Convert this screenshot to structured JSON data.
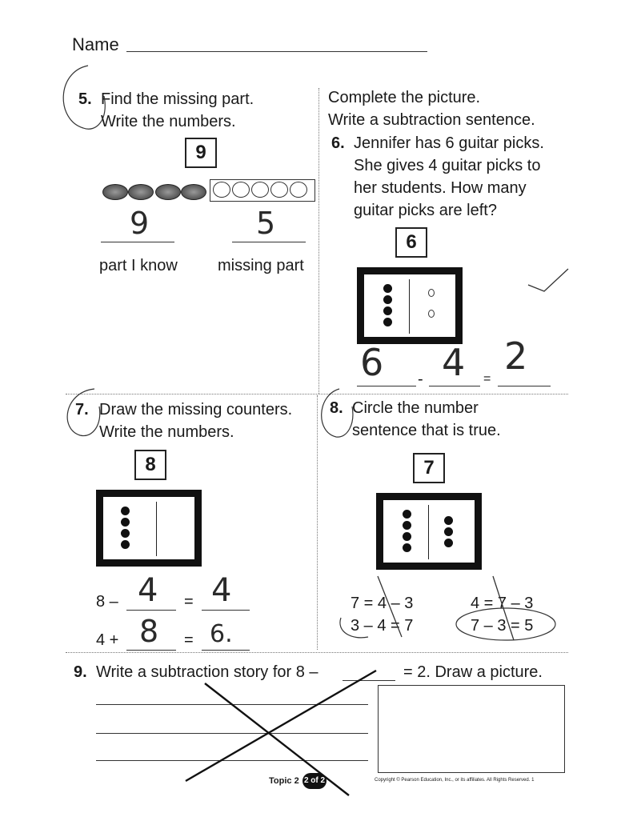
{
  "header": {
    "name_label": "Name"
  },
  "q5": {
    "number": "5.",
    "line1": "Find the missing part.",
    "line2": "Write the numbers.",
    "whole": "9",
    "part_known_answer": "9",
    "missing_part_answer": "5",
    "label_part": "part I know",
    "label_missing": "missing part"
  },
  "q6": {
    "intro1": "Complete the picture.",
    "intro2": "Write a subtraction sentence.",
    "number": "6.",
    "line1": "Jennifer has 6 guitar picks.",
    "line2": "She gives 4 guitar picks to",
    "line3": "her students. How many",
    "line4": "guitar picks are left?",
    "whole": "6",
    "minus": "-",
    "equals": "=",
    "ans_a": "6",
    "ans_b": "4",
    "ans_c": "2"
  },
  "q7": {
    "number": "7.",
    "line1": "Draw the missing counters.",
    "line2": "Write the numbers.",
    "whole": "8",
    "eq1_left": "8 –",
    "eq1_equals": "=",
    "eq1_ans1": "4",
    "eq1_ans2": "4",
    "eq2_left": "4 +",
    "eq2_equals": "=",
    "eq2_ans1": "8",
    "eq2_ans2": "6."
  },
  "q8": {
    "number": "8.",
    "line1": "Circle the number",
    "line2": "sentence that is true.",
    "whole": "7",
    "opt_a": "7 = 4 – 3",
    "opt_b": "4 = 7 – 3",
    "opt_c": "3 – 4 = 7",
    "opt_d": "7 – 3 = 5"
  },
  "q9": {
    "number": "9.",
    "text_a": "Write a subtraction story for 8 –",
    "text_b": "= 2. Draw a picture."
  },
  "footer": {
    "topic": "Topic 2",
    "page": "2 of 2",
    "copyright": "Copyright © Pearson Education, Inc., or its affiliates. All Rights Reserved. 1"
  }
}
